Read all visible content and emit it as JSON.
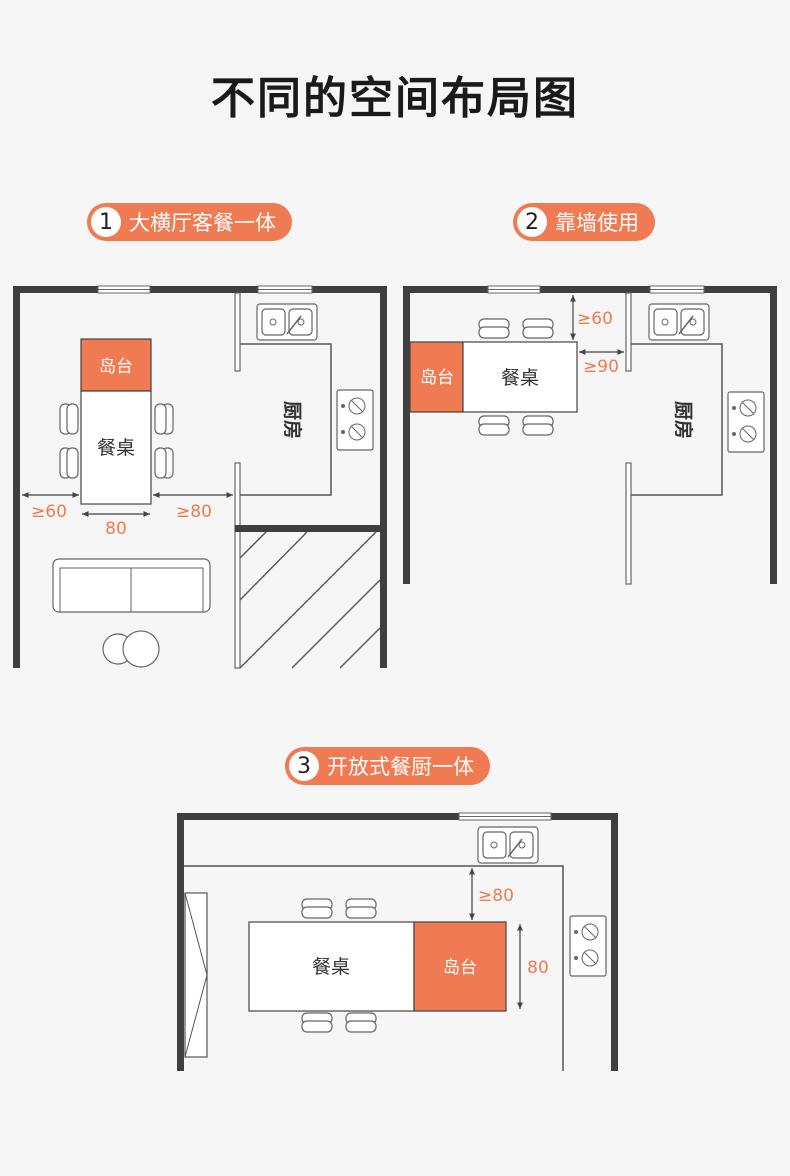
{
  "page_title": "不同的空间布局图",
  "sections": [
    {
      "number": "1",
      "label": "大横厅客餐一体"
    },
    {
      "number": "2",
      "label": "靠墙使用"
    },
    {
      "number": "3",
      "label": "开放式餐厨一体"
    }
  ],
  "labels": {
    "island": "岛台",
    "table": "餐桌",
    "kitchen": "厨房"
  },
  "plan1": {
    "dim_left": "≥60",
    "dim_width": "80",
    "dim_right": "≥80"
  },
  "plan2": {
    "dim_top": "≥60",
    "dim_right": "≥90"
  },
  "plan3": {
    "dim_top": "≥80",
    "dim_depth": "80"
  },
  "colors": {
    "accent": "#f07a52",
    "wall": "#3f3f3f",
    "line": "#555555",
    "background": "#f6f6f6"
  }
}
